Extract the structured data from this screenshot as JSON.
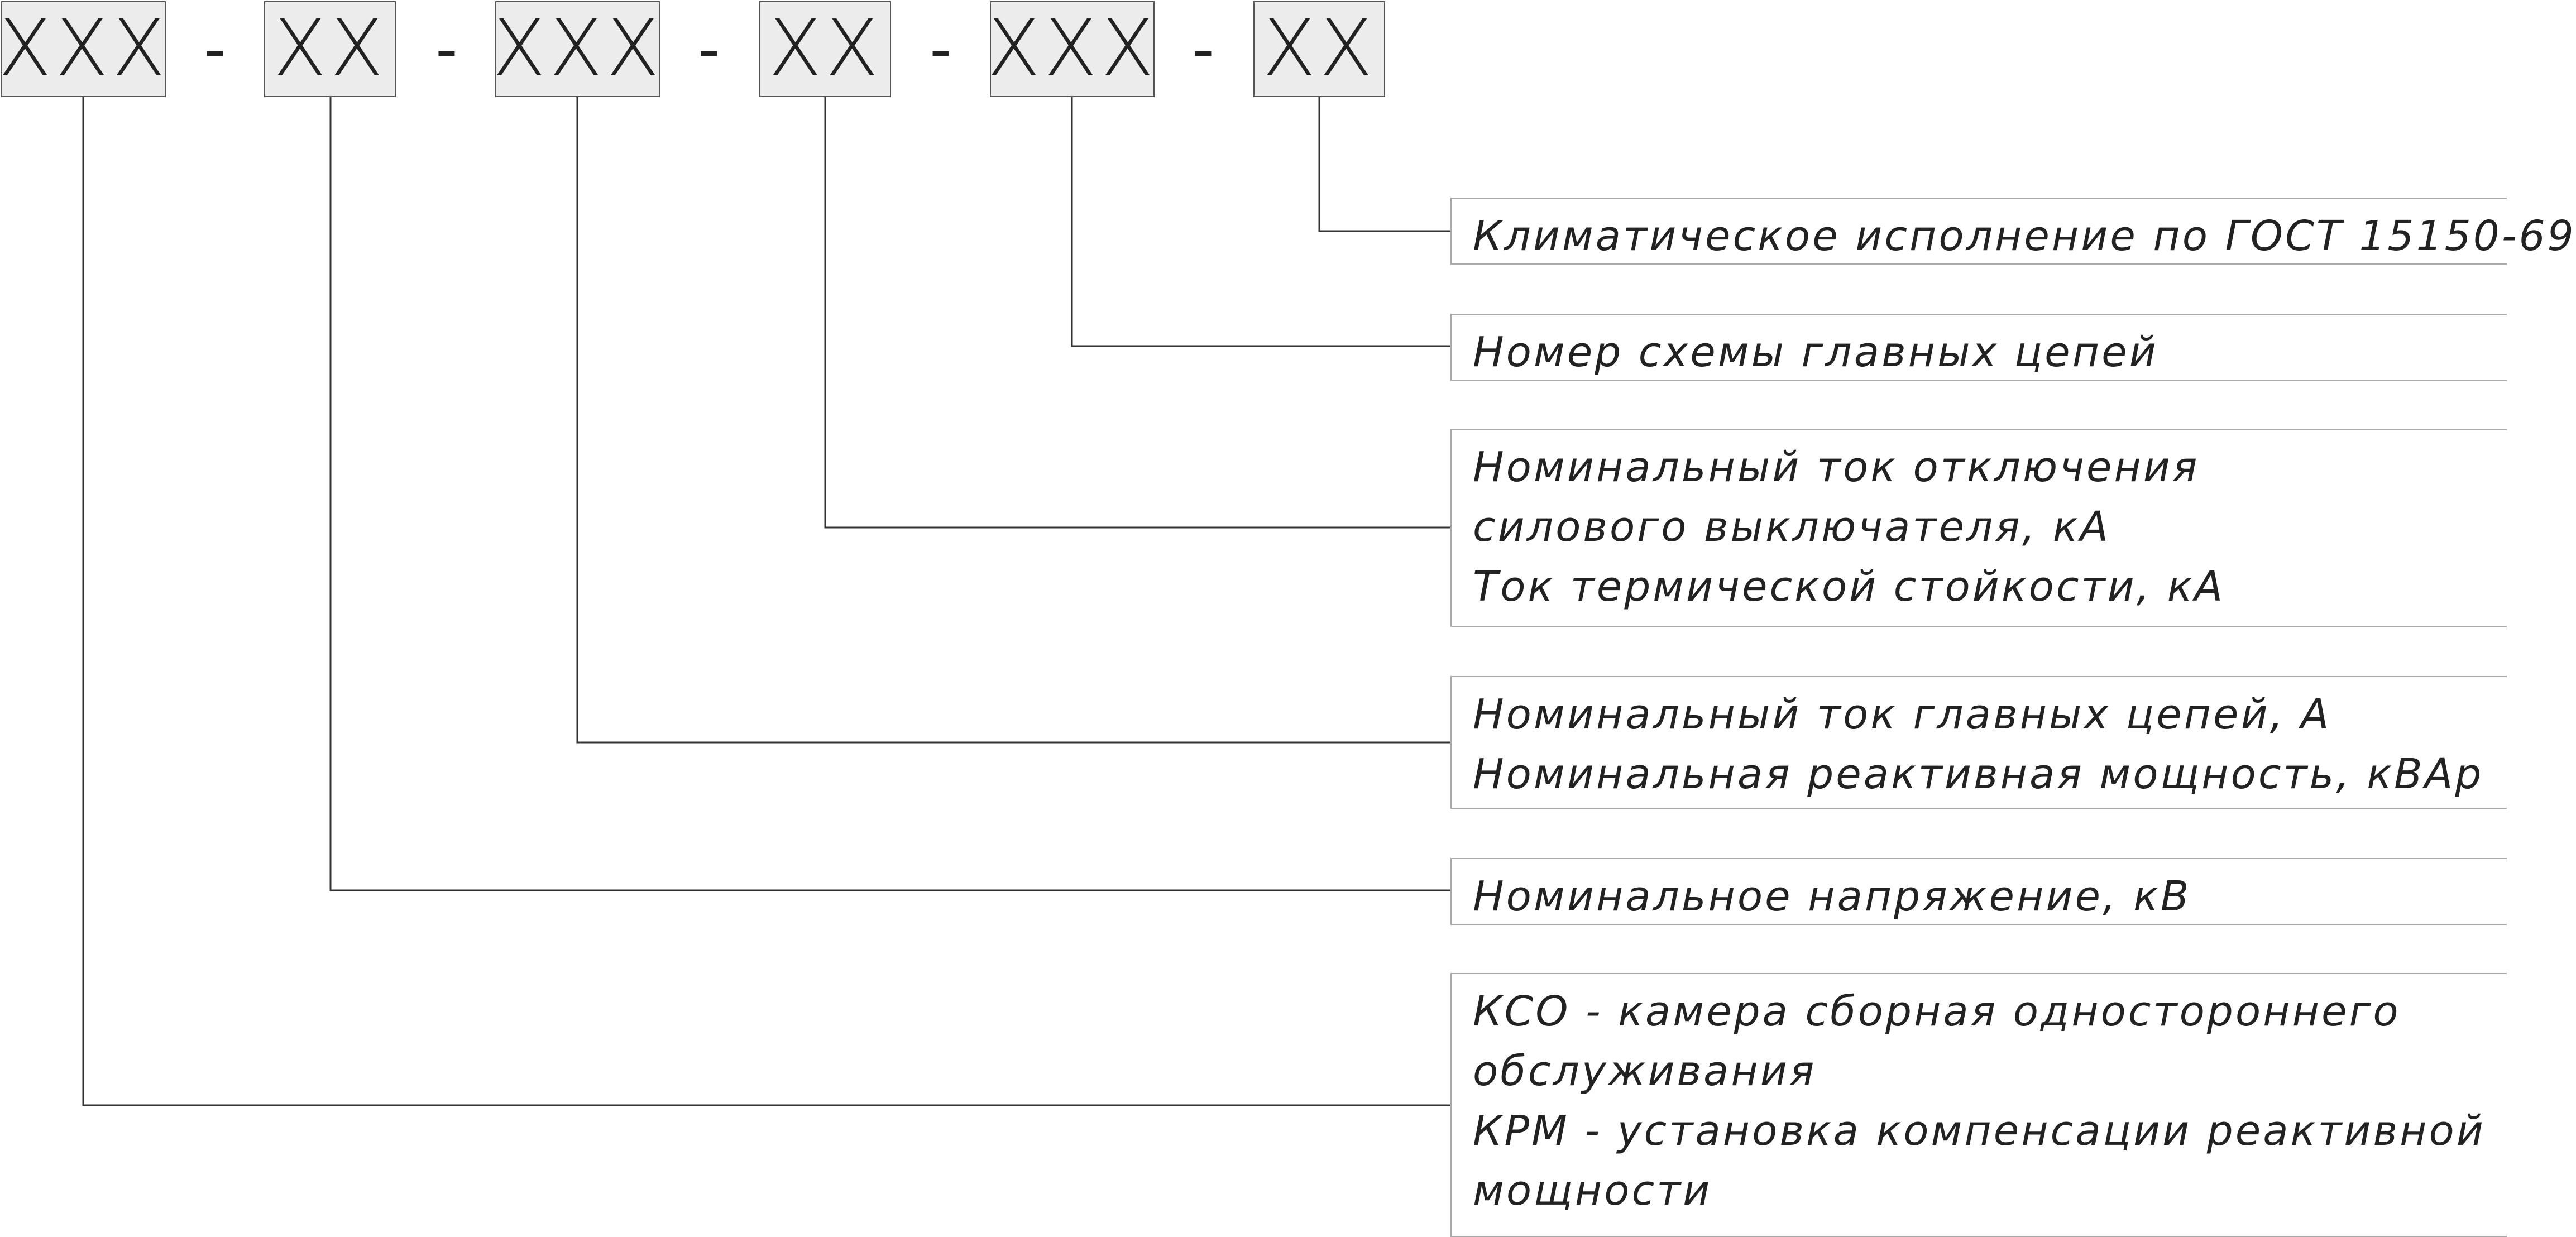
{
  "code_segments": [
    "XXX",
    "XX",
    "XXX",
    "XX",
    "XXX",
    "XX"
  ],
  "separator": "-",
  "descriptions": [
    {
      "lines": [
        "Климатическое исполнение по ГОСТ 15150-69"
      ]
    },
    {
      "lines": [
        "Номер схемы главных цепей"
      ]
    },
    {
      "lines": [
        "Номинальный ток отключения",
        "силового выключателя, кА",
        "Ток термической стойкости, кА"
      ]
    },
    {
      "lines": [
        "Номинальный ток главных цепей, А",
        "Номинальная реактивная мощность, кВАр"
      ]
    },
    {
      "lines": [
        "Номинальное напряжение, кВ"
      ]
    },
    {
      "lines": [
        "КСО - камера сборная одностороннего",
        "обслуживания",
        "КРМ - установка компенсации реактивной",
        "мощности"
      ]
    }
  ]
}
